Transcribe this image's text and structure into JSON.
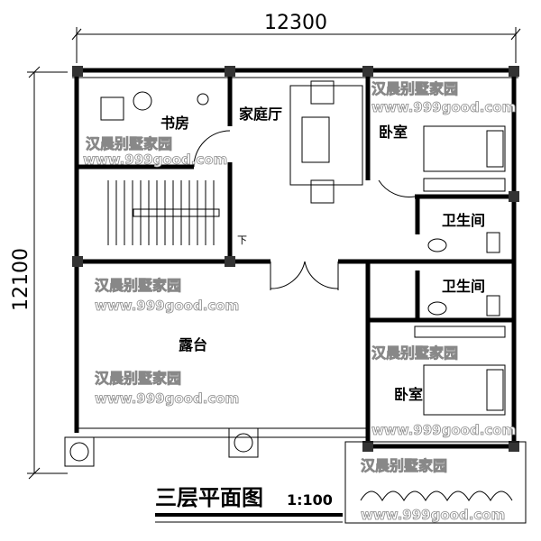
{
  "dimensions": {
    "width": "12300",
    "height": "12100"
  },
  "rooms": {
    "study": "书房",
    "family_hall": "家庭厅",
    "bedroom_upper": "卧室",
    "bathroom_1": "卫生间",
    "bathroom_2": "卫生间",
    "terrace": "露台",
    "bedroom_lower": "卧室",
    "stair_down": "下"
  },
  "title": {
    "name": "三层平面图",
    "scale": "1:100"
  },
  "watermark": {
    "brand": "汉晨别墅家园",
    "url": "www.999good.com"
  }
}
